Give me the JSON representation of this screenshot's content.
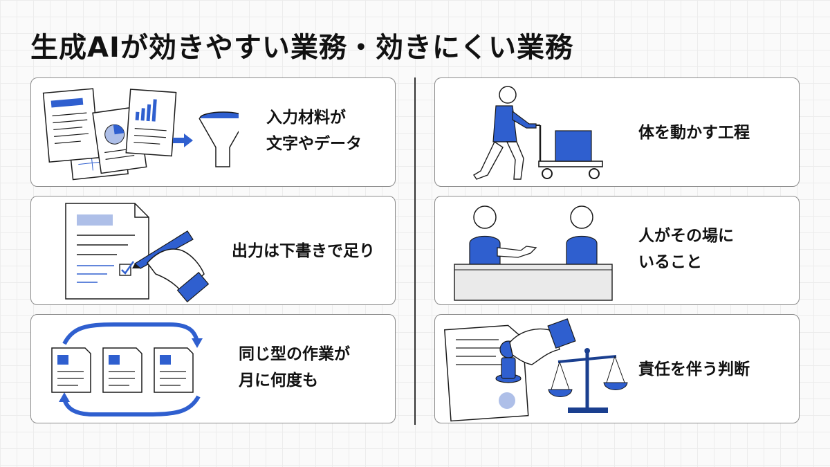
{
  "title": "生成AIが効きやすい業務・効きにくい業務",
  "left_cards": [
    {
      "lines": [
        "入力材料が",
        "文字やデータ"
      ]
    },
    {
      "lines": [
        "出力は下書きで足り"
      ]
    },
    {
      "lines": [
        "同じ型の作業が",
        "月に何度も"
      ]
    }
  ],
  "right_cards": [
    {
      "lines": [
        "体を動かす工程"
      ]
    },
    {
      "lines": [
        "人がその場に",
        "いること"
      ]
    },
    {
      "lines": [
        "責任を伴う判断"
      ]
    }
  ],
  "colors": {
    "accent": "#2f5fcf",
    "light_accent": "#aebfe8",
    "outline": "#1a1a1a"
  }
}
